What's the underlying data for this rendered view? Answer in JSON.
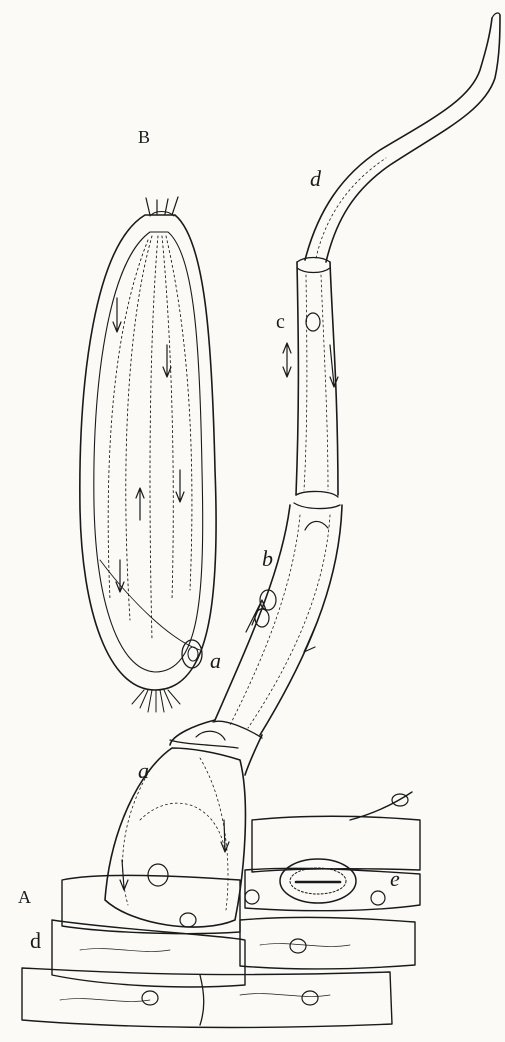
{
  "figure": {
    "labels": {
      "panel_b": "B",
      "panel_a": "A",
      "hair_tip": "d",
      "cell_c": "c",
      "cell_b": "b",
      "nucleus_b": "a",
      "basal_cell": "a",
      "epidermis_d": "d",
      "stoma_e": "e"
    },
    "colors": {
      "ink": "#1a1a1a",
      "paper": "#fbfaf6"
    }
  }
}
